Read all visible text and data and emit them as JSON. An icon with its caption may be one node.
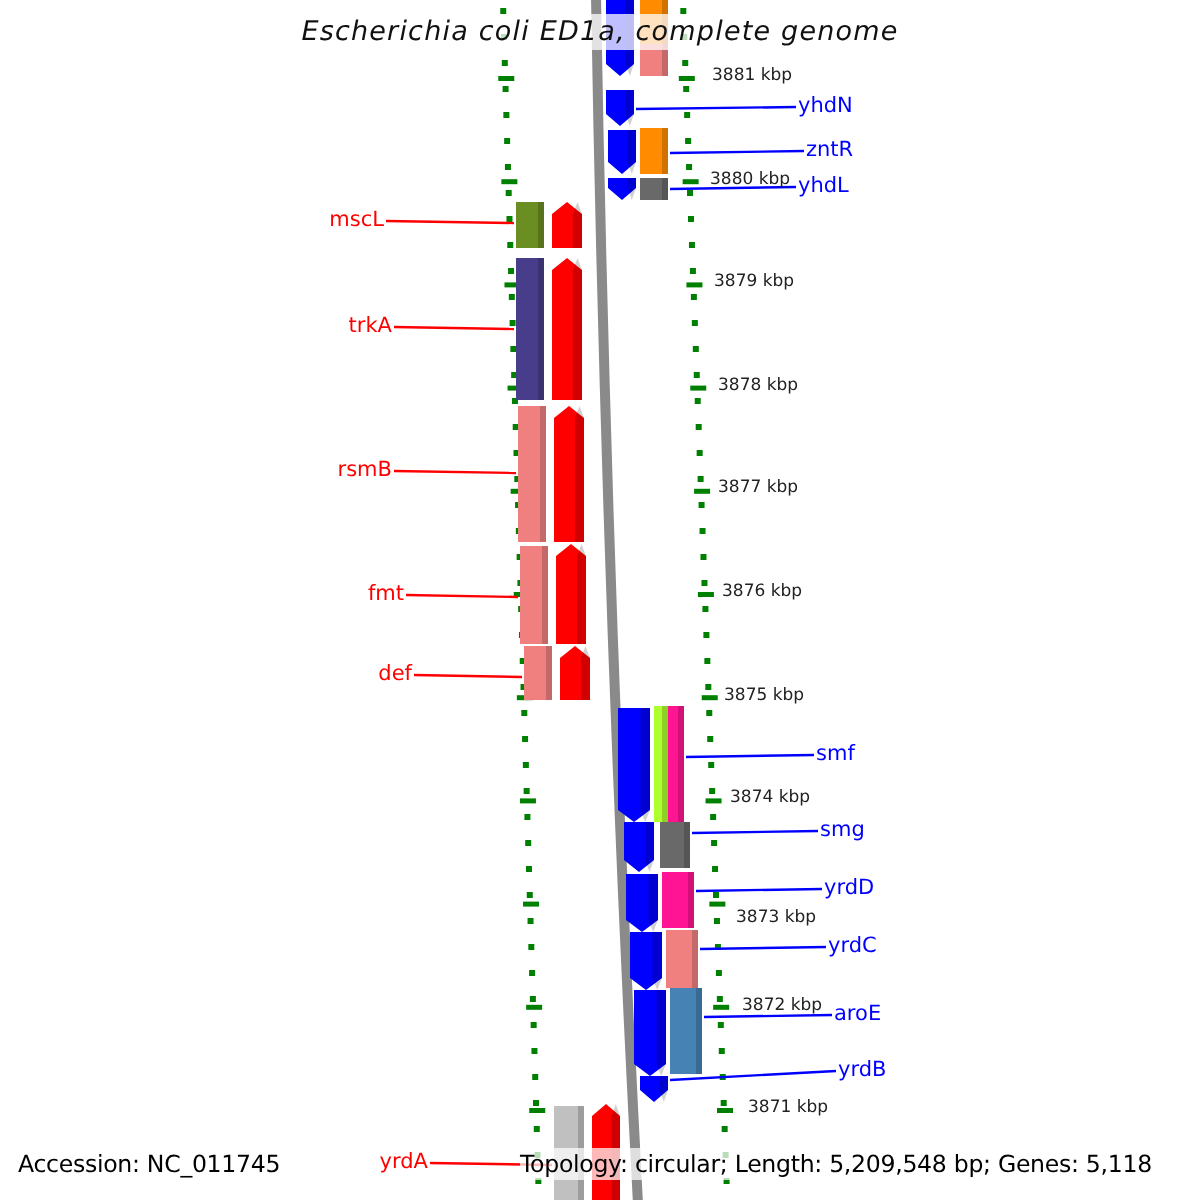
{
  "diagram": {
    "title": "Escherichia coli ED1a, complete genome",
    "nodes": [
      {
        "text": [],
        "shape": "bar"
      },
      {
        "text": [
          "yhdN"
        ]
      },
      {
        "text": [],
        "shape": "bar"
      },
      {
        "text": [
          "zntR"
        ]
      },
      {
        "text": [],
        "shape": "bar"
      },
      {
        "text": [
          "yhdL"
        ]
      },
      {
        "text": [],
        "shape": "bar"
      },
      {
        "text": [
          "mscL"
        ]
      },
      {
        "text": [],
        "shape": "bar"
      },
      {
        "text": [
          "trkA"
        ]
      },
      {
        "text": [],
        "shape": "bar"
      },
      {
        "text": [
          "rsmB"
        ]
      },
      {
        "text": [],
        "shape": "bar"
      },
      {
        "text": [
          "fmt"
        ]
      },
      {
        "text": [],
        "shape": "bar"
      },
      {
        "text": [
          "def"
        ]
      },
      {
        "text": [],
        "shape": "bar"
      },
      {
        "text": [
          "smf"
        ]
      },
      {
        "text": [],
        "shape": "bar"
      },
      {
        "text": [
          "smg"
        ]
      },
      {
        "text": [],
        "shape": "bar"
      },
      {
        "text": [
          "yrdD"
        ]
      },
      {
        "text": [],
        "shape": "bar"
      },
      {
        "text": [
          "yrdC"
        ]
      },
      {
        "text": [],
        "shape": "bar"
      },
      {
        "text": [
          "aroE"
        ]
      },
      {
        "text": [],
        "shape": "bar"
      },
      {
        "text": [
          "yrdB"
        ]
      },
      {
        "text": [],
        "shape": "bar"
      },
      {
        "text": [
          "yrdA"
        ]
      },
      {
        "text": [],
        "shape": "bar"
      }
    ],
    "edges": [
      {
        "from": 1,
        "to": 2,
        "arrow": "none"
      },
      {
        "from": 3,
        "to": 4,
        "arrow": "none"
      },
      {
        "from": 5,
        "to": 6,
        "arrow": "none"
      },
      {
        "from": 7,
        "to": 8,
        "arrow": "none",
        "color": "#ff0000"
      },
      {
        "from": 9,
        "to": 10,
        "arrow": "none",
        "color": "#ff0000"
      },
      {
        "from": 11,
        "to": 12,
        "arrow": "none",
        "color": "#ff0000"
      },
      {
        "from": 13,
        "to": 14,
        "arrow": "none",
        "color": "#ff0000"
      },
      {
        "from": 15,
        "to": 16,
        "arrow": "none",
        "color": "#ff0000"
      },
      {
        "from": 17,
        "to": 18,
        "arrow": "none"
      },
      {
        "from": 19,
        "to": 20,
        "arrow": "none"
      },
      {
        "from": 21,
        "to": 22,
        "arrow": "none"
      },
      {
        "from": 23,
        "to": 24,
        "arrow": "none"
      },
      {
        "from": 25,
        "to": 26,
        "arrow": "none"
      },
      {
        "from": 27,
        "to": 28,
        "arrow": "none"
      },
      {
        "from": 29,
        "to": 30,
        "arrow": "none",
        "color": "#ff0000"
      }
    ],
    "labels": [
      "3881 kbp",
      "3880 kbp",
      "3879 kbp",
      "3878 kbp",
      "3877 kbp",
      "3876 kbp",
      "3875 kbp",
      "3874 kbp",
      "3873 kbp",
      "3872 kbp",
      "3871 kbp",
      "Accession: NC_011745",
      "Topology: circular; Length: 5,209,548 bp; Genes: 5,118"
    ]
  }
}
